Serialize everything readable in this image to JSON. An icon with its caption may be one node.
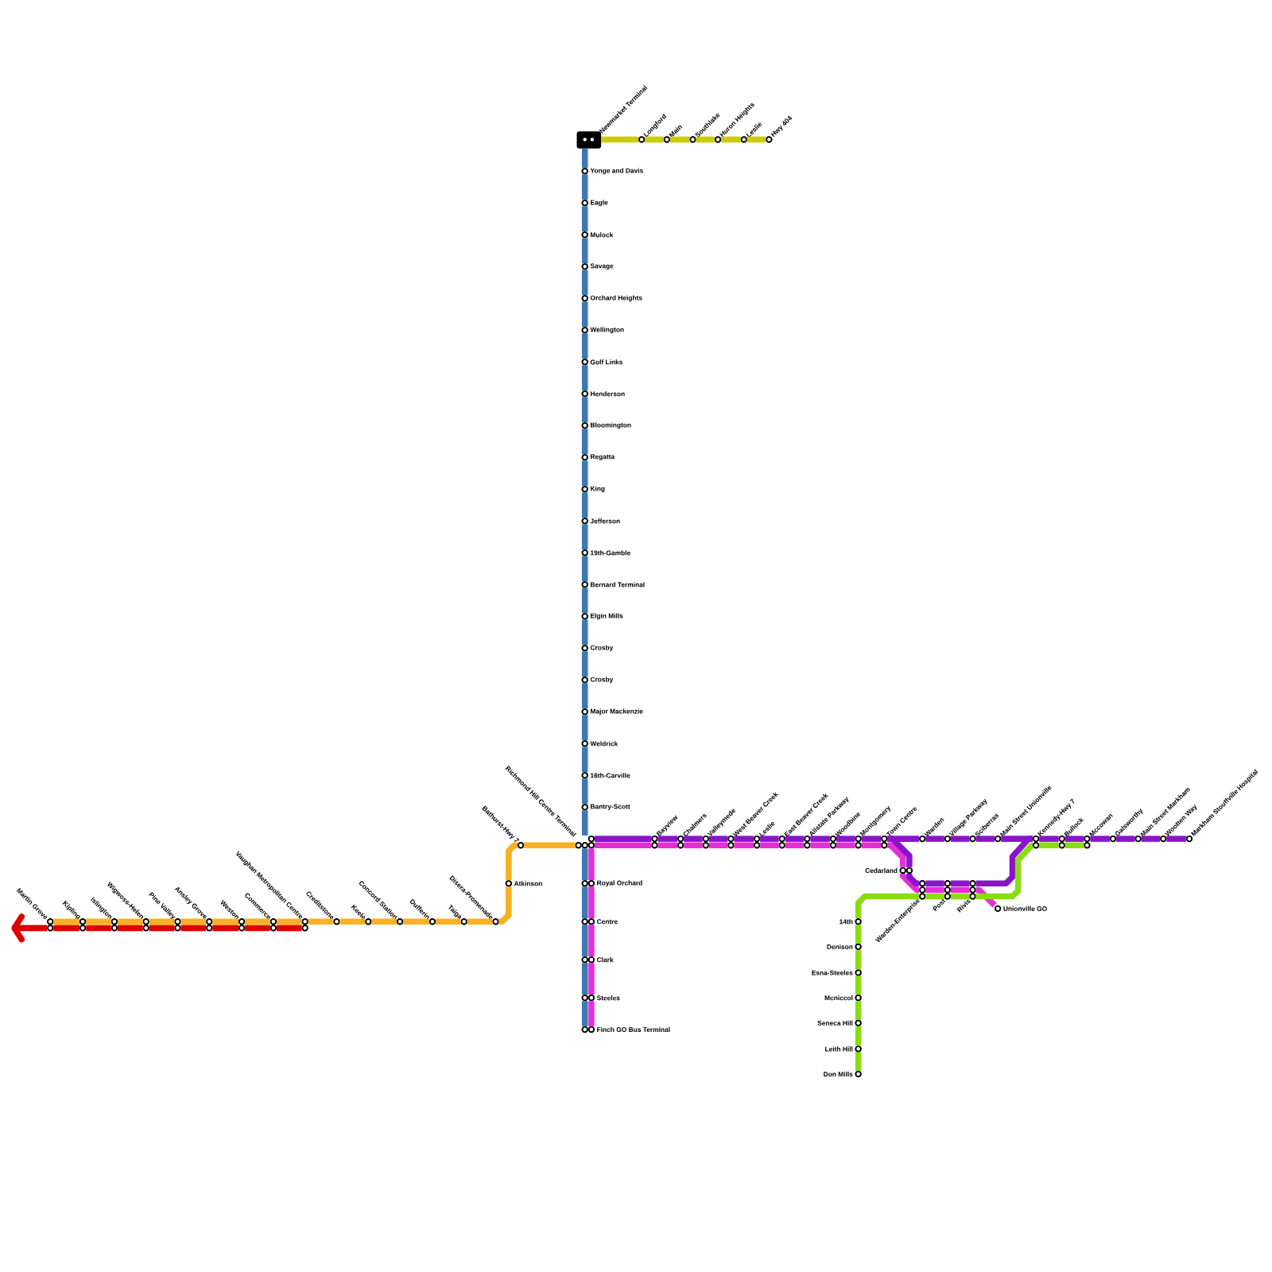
{
  "diagram": {
    "nodes": [
      {
        "text": [],
        "shape": "box",
        "beside": [
          "Newmarket Terminal"
        ]
      },
      {
        "text": [],
        "shape": "circle",
        "beside": [
          "Longford"
        ]
      },
      {
        "text": [],
        "shape": "circle",
        "beside": [
          "Main"
        ]
      },
      {
        "text": [],
        "shape": "circle",
        "beside": [
          "Southlake"
        ]
      },
      {
        "text": [],
        "shape": "circle",
        "beside": [
          "Huron Heights"
        ]
      },
      {
        "text": [],
        "shape": "circle",
        "beside": [
          "Leslie"
        ]
      },
      {
        "text": [],
        "shape": "circle",
        "beside": [
          "Hwy 404"
        ]
      },
      {
        "text": [],
        "shape": "circle",
        "beside": [
          "Yonge and Davis"
        ]
      },
      {
        "text": [],
        "shape": "circle",
        "beside": [
          "Eagle"
        ]
      },
      {
        "text": [],
        "shape": "circle",
        "beside": [
          "Mulock"
        ]
      },
      {
        "text": [],
        "shape": "circle",
        "beside": [
          "Savage"
        ]
      },
      {
        "text": [],
        "shape": "circle",
        "beside": [
          "Orchard Heights"
        ]
      },
      {
        "text": [],
        "shape": "circle",
        "beside": [
          "Wellington"
        ]
      },
      {
        "text": [],
        "shape": "circle",
        "beside": [
          "Golf Links"
        ]
      },
      {
        "text": [],
        "shape": "circle",
        "beside": [
          "Henderson"
        ]
      },
      {
        "text": [],
        "shape": "circle",
        "beside": [
          "Bloomington"
        ]
      },
      {
        "text": [],
        "shape": "circle",
        "beside": [
          "Regatta"
        ]
      },
      {
        "text": [],
        "shape": "circle",
        "beside": [
          "King"
        ]
      },
      {
        "text": [],
        "shape": "circle",
        "beside": [
          "Jefferson"
        ]
      },
      {
        "text": [],
        "shape": "circle",
        "beside": [
          "19th-Gamble"
        ]
      },
      {
        "text": [],
        "shape": "circle",
        "beside": [
          "Bernard Terminal"
        ]
      },
      {
        "text": [],
        "shape": "circle",
        "beside": [
          "Elgin Mills"
        ]
      },
      {
        "text": [],
        "shape": "circle",
        "beside": [
          "Crosby"
        ]
      },
      {
        "text": [],
        "shape": "circle",
        "beside": [
          "Crosby"
        ]
      },
      {
        "text": [],
        "shape": "circle",
        "beside": [
          "Major Mackenzie"
        ]
      },
      {
        "text": [],
        "shape": "circle",
        "beside": [
          "Weldrick"
        ]
      },
      {
        "text": [],
        "shape": "circle",
        "beside": [
          "16th-Carville"
        ]
      },
      {
        "text": [],
        "shape": "circle",
        "beside": [
          "Bantry-Scott"
        ]
      },
      {
        "text": [],
        "shape": "circle",
        "beside": [
          "Richmond Hill Centre Terminal"
        ]
      },
      {
        "text": [],
        "shape": "circle",
        "beside": [
          "Royal Orchard"
        ]
      },
      {
        "text": [],
        "shape": "circle",
        "beside": [
          "Centre"
        ]
      },
      {
        "text": [],
        "shape": "circle",
        "beside": [
          "Clark"
        ]
      },
      {
        "text": [],
        "shape": "circle",
        "beside": [
          "Steeles"
        ]
      },
      {
        "text": [],
        "shape": "circle",
        "beside": [
          "Finch GO Bus Terminal"
        ]
      },
      {
        "text": [],
        "shape": "circle",
        "beside": [
          "Bathurst-Hwy 7"
        ]
      },
      {
        "text": [],
        "shape": "circle",
        "beside": [
          "Atkinson"
        ]
      },
      {
        "text": [],
        "shape": "circle",
        "beside": [
          "Disera-Promenade"
        ]
      },
      {
        "text": [],
        "shape": "circle",
        "beside": [
          "Taiga"
        ]
      },
      {
        "text": [],
        "shape": "circle",
        "beside": [
          "Dufferin"
        ]
      },
      {
        "text": [],
        "shape": "circle",
        "beside": [
          "Concord Station"
        ]
      },
      {
        "text": [],
        "shape": "circle",
        "beside": [
          "Keele"
        ]
      },
      {
        "text": [],
        "shape": "circle",
        "beside": [
          "Creditstone"
        ]
      },
      {
        "text": [],
        "shape": "circle",
        "beside": [
          "Vaughan Metropolitan Centre"
        ]
      },
      {
        "text": [],
        "shape": "circle",
        "beside": [
          "Commerce"
        ]
      },
      {
        "text": [],
        "shape": "circle",
        "beside": [
          "Weston"
        ]
      },
      {
        "text": [],
        "shape": "circle",
        "beside": [
          "Ansley Grove"
        ]
      },
      {
        "text": [],
        "shape": "circle",
        "beside": [
          "Pine Valley"
        ]
      },
      {
        "text": [],
        "shape": "circle",
        "beside": [
          "Wigwoss-Helen"
        ]
      },
      {
        "text": [],
        "shape": "circle",
        "beside": [
          "Islington"
        ]
      },
      {
        "text": [],
        "shape": "circle",
        "beside": [
          "Kipling"
        ]
      },
      {
        "text": [],
        "shape": "circle",
        "beside": [
          "Martin Grove"
        ]
      },
      {
        "text": [],
        "shape": "circle",
        "beside": [
          "Bayview"
        ]
      },
      {
        "text": [],
        "shape": "circle",
        "beside": [
          "Chalmers"
        ]
      },
      {
        "text": [],
        "shape": "circle",
        "beside": [
          "Valleymede"
        ]
      },
      {
        "text": [],
        "shape": "circle",
        "beside": [
          "West Beaver Creek"
        ]
      },
      {
        "text": [],
        "shape": "circle",
        "beside": [
          "Leslie"
        ]
      },
      {
        "text": [],
        "shape": "circle",
        "beside": [
          "East Beaver Creek"
        ]
      },
      {
        "text": [],
        "shape": "circle",
        "beside": [
          "Allstate Parkway"
        ]
      },
      {
        "text": [],
        "shape": "circle",
        "beside": [
          "Woodbine"
        ]
      },
      {
        "text": [],
        "shape": "circle",
        "beside": [
          "Montgomery"
        ]
      },
      {
        "text": [],
        "shape": "circle",
        "beside": [
          "Town Centre"
        ]
      },
      {
        "text": [],
        "shape": "circle",
        "beside": [
          "Warden"
        ]
      },
      {
        "text": [],
        "shape": "circle",
        "beside": [
          "Village Parkway"
        ]
      },
      {
        "text": [],
        "shape": "circle",
        "beside": [
          "Sciberras"
        ]
      },
      {
        "text": [],
        "shape": "circle",
        "beside": [
          "Main Street Unionville"
        ]
      },
      {
        "text": [],
        "shape": "circle",
        "beside": [
          "Kennedy-Hwy 7"
        ]
      },
      {
        "text": [],
        "shape": "circle",
        "beside": [
          "Bullock"
        ]
      },
      {
        "text": [],
        "shape": "circle",
        "beside": [
          "Mccowan"
        ]
      },
      {
        "text": [],
        "shape": "circle",
        "beside": [
          "Galsworthy"
        ]
      },
      {
        "text": [],
        "shape": "circle",
        "beside": [
          "Main Street Markham"
        ]
      },
      {
        "text": [],
        "shape": "circle",
        "beside": [
          "Wootten Way"
        ]
      },
      {
        "text": [],
        "shape": "circle",
        "beside": [
          "Markham Stouffville Hospital"
        ]
      },
      {
        "text": [],
        "shape": "circle",
        "beside": [
          "Cedarland"
        ]
      },
      {
        "text": [],
        "shape": "circle",
        "beside": [
          "Warden-Enterprise"
        ]
      },
      {
        "text": [],
        "shape": "circle",
        "beside": [
          "Post"
        ]
      },
      {
        "text": [],
        "shape": "circle",
        "beside": [
          "Rivis"
        ]
      },
      {
        "text": [],
        "shape": "circle",
        "beside": [
          "Unionville GO"
        ]
      },
      {
        "text": [],
        "shape": "circle",
        "beside": [
          "14th"
        ]
      },
      {
        "text": [],
        "shape": "circle",
        "beside": [
          "Denison"
        ]
      },
      {
        "text": [],
        "shape": "circle",
        "beside": [
          "Esna-Steeles"
        ]
      },
      {
        "text": [],
        "shape": "circle",
        "beside": [
          "Mcniccol"
        ]
      },
      {
        "text": [],
        "shape": "circle",
        "beside": [
          "Seneca Hill"
        ]
      },
      {
        "text": [],
        "shape": "circle",
        "beside": [
          "Leith Hill"
        ]
      },
      {
        "text": [],
        "shape": "circle",
        "beside": [
          "Don Mills"
        ]
      }
    ],
    "edges": [
      {
        "from": 0,
        "to": 1,
        "arrow": "none",
        "color": "#cccc00"
      },
      {
        "from": 1,
        "to": 2,
        "arrow": "none",
        "color": "#cccc00"
      },
      {
        "from": 2,
        "to": 3,
        "arrow": "none",
        "color": "#cccc00"
      },
      {
        "from": 3,
        "to": 4,
        "arrow": "none",
        "color": "#cccc00"
      },
      {
        "from": 4,
        "to": 5,
        "arrow": "none",
        "color": "#cccc00"
      },
      {
        "from": 5,
        "to": 6,
        "arrow": "none",
        "color": "#cccc00"
      },
      {
        "from": 0,
        "to": 7,
        "arrow": "none",
        "color": "#3e78b4"
      },
      {
        "from": 7,
        "to": 8,
        "arrow": "none",
        "color": "#3e78b4"
      },
      {
        "from": 8,
        "to": 9,
        "arrow": "none",
        "color": "#3e78b4"
      },
      {
        "from": 9,
        "to": 10,
        "arrow": "none",
        "color": "#3e78b4"
      },
      {
        "from": 10,
        "to": 11,
        "arrow": "none",
        "color": "#3e78b4"
      },
      {
        "from": 11,
        "to": 12,
        "arrow": "none",
        "color": "#3e78b4"
      },
      {
        "from": 12,
        "to": 13,
        "arrow": "none",
        "color": "#3e78b4"
      },
      {
        "from": 13,
        "to": 14,
        "arrow": "none",
        "color": "#3e78b4"
      },
      {
        "from": 14,
        "to": 15,
        "arrow": "none",
        "color": "#3e78b4"
      },
      {
        "from": 15,
        "to": 16,
        "arrow": "none",
        "color": "#3e78b4"
      },
      {
        "from": 16,
        "to": 17,
        "arrow": "none",
        "color": "#3e78b4"
      },
      {
        "from": 17,
        "to": 18,
        "arrow": "none",
        "color": "#3e78b4"
      },
      {
        "from": 18,
        "to": 19,
        "arrow": "none",
        "color": "#3e78b4"
      },
      {
        "from": 19,
        "to": 20,
        "arrow": "none",
        "color": "#3e78b4"
      },
      {
        "from": 20,
        "to": 21,
        "arrow": "none",
        "color": "#3e78b4"
      },
      {
        "from": 21,
        "to": 22,
        "arrow": "none",
        "color": "#3e78b4"
      },
      {
        "from": 22,
        "to": 23,
        "arrow": "none",
        "color": "#3e78b4"
      },
      {
        "from": 23,
        "to": 24,
        "arrow": "none",
        "color": "#3e78b4"
      },
      {
        "from": 24,
        "to": 25,
        "arrow": "none",
        "color": "#3e78b4"
      },
      {
        "from": 25,
        "to": 26,
        "arrow": "none",
        "color": "#3e78b4"
      },
      {
        "from": 26,
        "to": 27,
        "arrow": "none",
        "color": "#3e78b4"
      },
      {
        "from": 27,
        "to": 28,
        "arrow": "none",
        "color": "#3e78b4"
      },
      {
        "from": 28,
        "to": 29,
        "arrow": "none",
        "color": "#3e78b4"
      },
      {
        "from": 29,
        "to": 30,
        "arrow": "none",
        "color": "#3e78b4"
      },
      {
        "from": 30,
        "to": 31,
        "arrow": "none",
        "color": "#3e78b4"
      },
      {
        "from": 31,
        "to": 32,
        "arrow": "none",
        "color": "#3e78b4"
      },
      {
        "from": 32,
        "to": 33,
        "arrow": "none",
        "color": "#3e78b4"
      },
      {
        "from": 28,
        "to": 29,
        "arrow": "none",
        "color": "#e62ed6"
      },
      {
        "from": 29,
        "to": 30,
        "arrow": "none",
        "color": "#e62ed6"
      },
      {
        "from": 30,
        "to": 31,
        "arrow": "none",
        "color": "#e62ed6"
      },
      {
        "from": 31,
        "to": 32,
        "arrow": "none",
        "color": "#e62ed6"
      },
      {
        "from": 32,
        "to": 33,
        "arrow": "none",
        "color": "#e62ed6"
      },
      {
        "from": 28,
        "to": 51,
        "arrow": "none",
        "color": "#e62ed6"
      },
      {
        "from": 51,
        "to": 52,
        "arrow": "none",
        "color": "#e62ed6"
      },
      {
        "from": 52,
        "to": 53,
        "arrow": "none",
        "color": "#e62ed6"
      },
      {
        "from": 53,
        "to": 54,
        "arrow": "none",
        "color": "#e62ed6"
      },
      {
        "from": 54,
        "to": 55,
        "arrow": "none",
        "color": "#e62ed6"
      },
      {
        "from": 55,
        "to": 56,
        "arrow": "none",
        "color": "#e62ed6"
      },
      {
        "from": 56,
        "to": 57,
        "arrow": "none",
        "color": "#e62ed6"
      },
      {
        "from": 57,
        "to": 58,
        "arrow": "none",
        "color": "#e62ed6"
      },
      {
        "from": 58,
        "to": 59,
        "arrow": "none",
        "color": "#e62ed6"
      },
      {
        "from": 59,
        "to": 60,
        "arrow": "none",
        "color": "#e62ed6"
      },
      {
        "from": 60,
        "to": 72,
        "arrow": "none",
        "color": "#e62ed6"
      },
      {
        "from": 72,
        "to": 73,
        "arrow": "none",
        "color": "#e62ed6"
      },
      {
        "from": 73,
        "to": 74,
        "arrow": "none",
        "color": "#e62ed6"
      },
      {
        "from": 74,
        "to": 75,
        "arrow": "none",
        "color": "#e62ed6"
      },
      {
        "from": 75,
        "to": 76,
        "arrow": "none",
        "color": "#e62ed6"
      },
      {
        "from": 28,
        "to": 51,
        "arrow": "none",
        "color": "#8a14cc"
      },
      {
        "from": 51,
        "to": 52,
        "arrow": "none",
        "color": "#8a14cc"
      },
      {
        "from": 52,
        "to": 53,
        "arrow": "none",
        "color": "#8a14cc"
      },
      {
        "from": 53,
        "to": 54,
        "arrow": "none",
        "color": "#8a14cc"
      },
      {
        "from": 54,
        "to": 55,
        "arrow": "none",
        "color": "#8a14cc"
      },
      {
        "from": 55,
        "to": 56,
        "arrow": "none",
        "color": "#8a14cc"
      },
      {
        "from": 56,
        "to": 57,
        "arrow": "none",
        "color": "#8a14cc"
      },
      {
        "from": 57,
        "to": 58,
        "arrow": "none",
        "color": "#8a14cc"
      },
      {
        "from": 58,
        "to": 59,
        "arrow": "none",
        "color": "#8a14cc"
      },
      {
        "from": 59,
        "to": 60,
        "arrow": "none",
        "color": "#8a14cc"
      },
      {
        "from": 60,
        "to": 61,
        "arrow": "none",
        "color": "#8a14cc"
      },
      {
        "from": 61,
        "to": 62,
        "arrow": "none",
        "color": "#8a14cc"
      },
      {
        "from": 62,
        "to": 63,
        "arrow": "none",
        "color": "#8a14cc"
      },
      {
        "from": 63,
        "to": 64,
        "arrow": "none",
        "color": "#8a14cc"
      },
      {
        "from": 64,
        "to": 65,
        "arrow": "none",
        "color": "#8a14cc"
      },
      {
        "from": 65,
        "to": 66,
        "arrow": "none",
        "color": "#8a14cc"
      },
      {
        "from": 66,
        "to": 67,
        "arrow": "none",
        "color": "#8a14cc"
      },
      {
        "from": 67,
        "to": 68,
        "arrow": "none",
        "color": "#8a14cc"
      },
      {
        "from": 68,
        "to": 69,
        "arrow": "none",
        "color": "#8a14cc"
      },
      {
        "from": 69,
        "to": 70,
        "arrow": "none",
        "color": "#8a14cc"
      },
      {
        "from": 70,
        "to": 71,
        "arrow": "none",
        "color": "#8a14cc"
      },
      {
        "from": 60,
        "to": 72,
        "arrow": "none",
        "color": "#8a14cc"
      },
      {
        "from": 72,
        "to": 73,
        "arrow": "none",
        "color": "#8a14cc"
      },
      {
        "from": 73,
        "to": 74,
        "arrow": "none",
        "color": "#8a14cc"
      },
      {
        "from": 74,
        "to": 75,
        "arrow": "none",
        "color": "#8a14cc"
      },
      {
        "from": 75,
        "to": 65,
        "arrow": "none",
        "color": "#8a14cc"
      },
      {
        "from": 83,
        "to": 82,
        "arrow": "none",
        "color": "#88dd11"
      },
      {
        "from": 82,
        "to": 81,
        "arrow": "none",
        "color": "#88dd11"
      },
      {
        "from": 81,
        "to": 80,
        "arrow": "none",
        "color": "#88dd11"
      },
      {
        "from": 80,
        "to": 79,
        "arrow": "none",
        "color": "#88dd11"
      },
      {
        "from": 79,
        "to": 78,
        "arrow": "none",
        "color": "#88dd11"
      },
      {
        "from": 78,
        "to": 77,
        "arrow": "none",
        "color": "#88dd11"
      },
      {
        "from": 77,
        "to": 73,
        "arrow": "none",
        "color": "#88dd11"
      },
      {
        "from": 73,
        "to": 74,
        "arrow": "none",
        "color": "#88dd11"
      },
      {
        "from": 74,
        "to": 75,
        "arrow": "none",
        "color": "#88dd11"
      },
      {
        "from": 75,
        "to": 65,
        "arrow": "none",
        "color": "#88dd11"
      },
      {
        "from": 65,
        "to": 66,
        "arrow": "none",
        "color": "#88dd11"
      },
      {
        "from": 66,
        "to": 67,
        "arrow": "none",
        "color": "#88dd11"
      },
      {
        "from": 28,
        "to": 34,
        "arrow": "none",
        "color": "#f9b120"
      },
      {
        "from": 34,
        "to": 35,
        "arrow": "none",
        "color": "#f9b120"
      },
      {
        "from": 35,
        "to": 36,
        "arrow": "none",
        "color": "#f9b120"
      },
      {
        "from": 36,
        "to": 37,
        "arrow": "none",
        "color": "#f9b120"
      },
      {
        "from": 37,
        "to": 38,
        "arrow": "none",
        "color": "#f9b120"
      },
      {
        "from": 38,
        "to": 39,
        "arrow": "none",
        "color": "#f9b120"
      },
      {
        "from": 39,
        "to": 40,
        "arrow": "none",
        "color": "#f9b120"
      },
      {
        "from": 40,
        "to": 41,
        "arrow": "none",
        "color": "#f9b120"
      },
      {
        "from": 41,
        "to": 42,
        "arrow": "none",
        "color": "#f9b120"
      },
      {
        "from": 42,
        "to": 43,
        "arrow": "none",
        "color": "#f9b120"
      },
      {
        "from": 43,
        "to": 44,
        "arrow": "none",
        "color": "#f9b120"
      },
      {
        "from": 44,
        "to": 45,
        "arrow": "none",
        "color": "#f9b120"
      },
      {
        "from": 45,
        "to": 46,
        "arrow": "none",
        "color": "#f9b120"
      },
      {
        "from": 46,
        "to": 47,
        "arrow": "none",
        "color": "#f9b120"
      },
      {
        "from": 47,
        "to": 48,
        "arrow": "none",
        "color": "#f9b120"
      },
      {
        "from": 48,
        "to": 49,
        "arrow": "none",
        "color": "#f9b120"
      },
      {
        "from": 49,
        "to": 50,
        "arrow": "none",
        "color": "#f9b120"
      },
      {
        "from": 42,
        "to": 43,
        "arrow": "none",
        "color": "#dd0000"
      },
      {
        "from": 43,
        "to": 44,
        "arrow": "none",
        "color": "#dd0000"
      },
      {
        "from": 44,
        "to": 45,
        "arrow": "none",
        "color": "#dd0000"
      },
      {
        "from": 45,
        "to": 46,
        "arrow": "none",
        "color": "#dd0000"
      },
      {
        "from": 46,
        "to": 47,
        "arrow": "none",
        "color": "#dd0000"
      },
      {
        "from": 47,
        "to": 48,
        "arrow": "none",
        "color": "#dd0000"
      },
      {
        "from": 48,
        "to": 49,
        "arrow": "none",
        "color": "#dd0000"
      },
      {
        "from": 49,
        "to": 50,
        "arrow": "none",
        "color": "#dd0000"
      }
    ]
  }
}
